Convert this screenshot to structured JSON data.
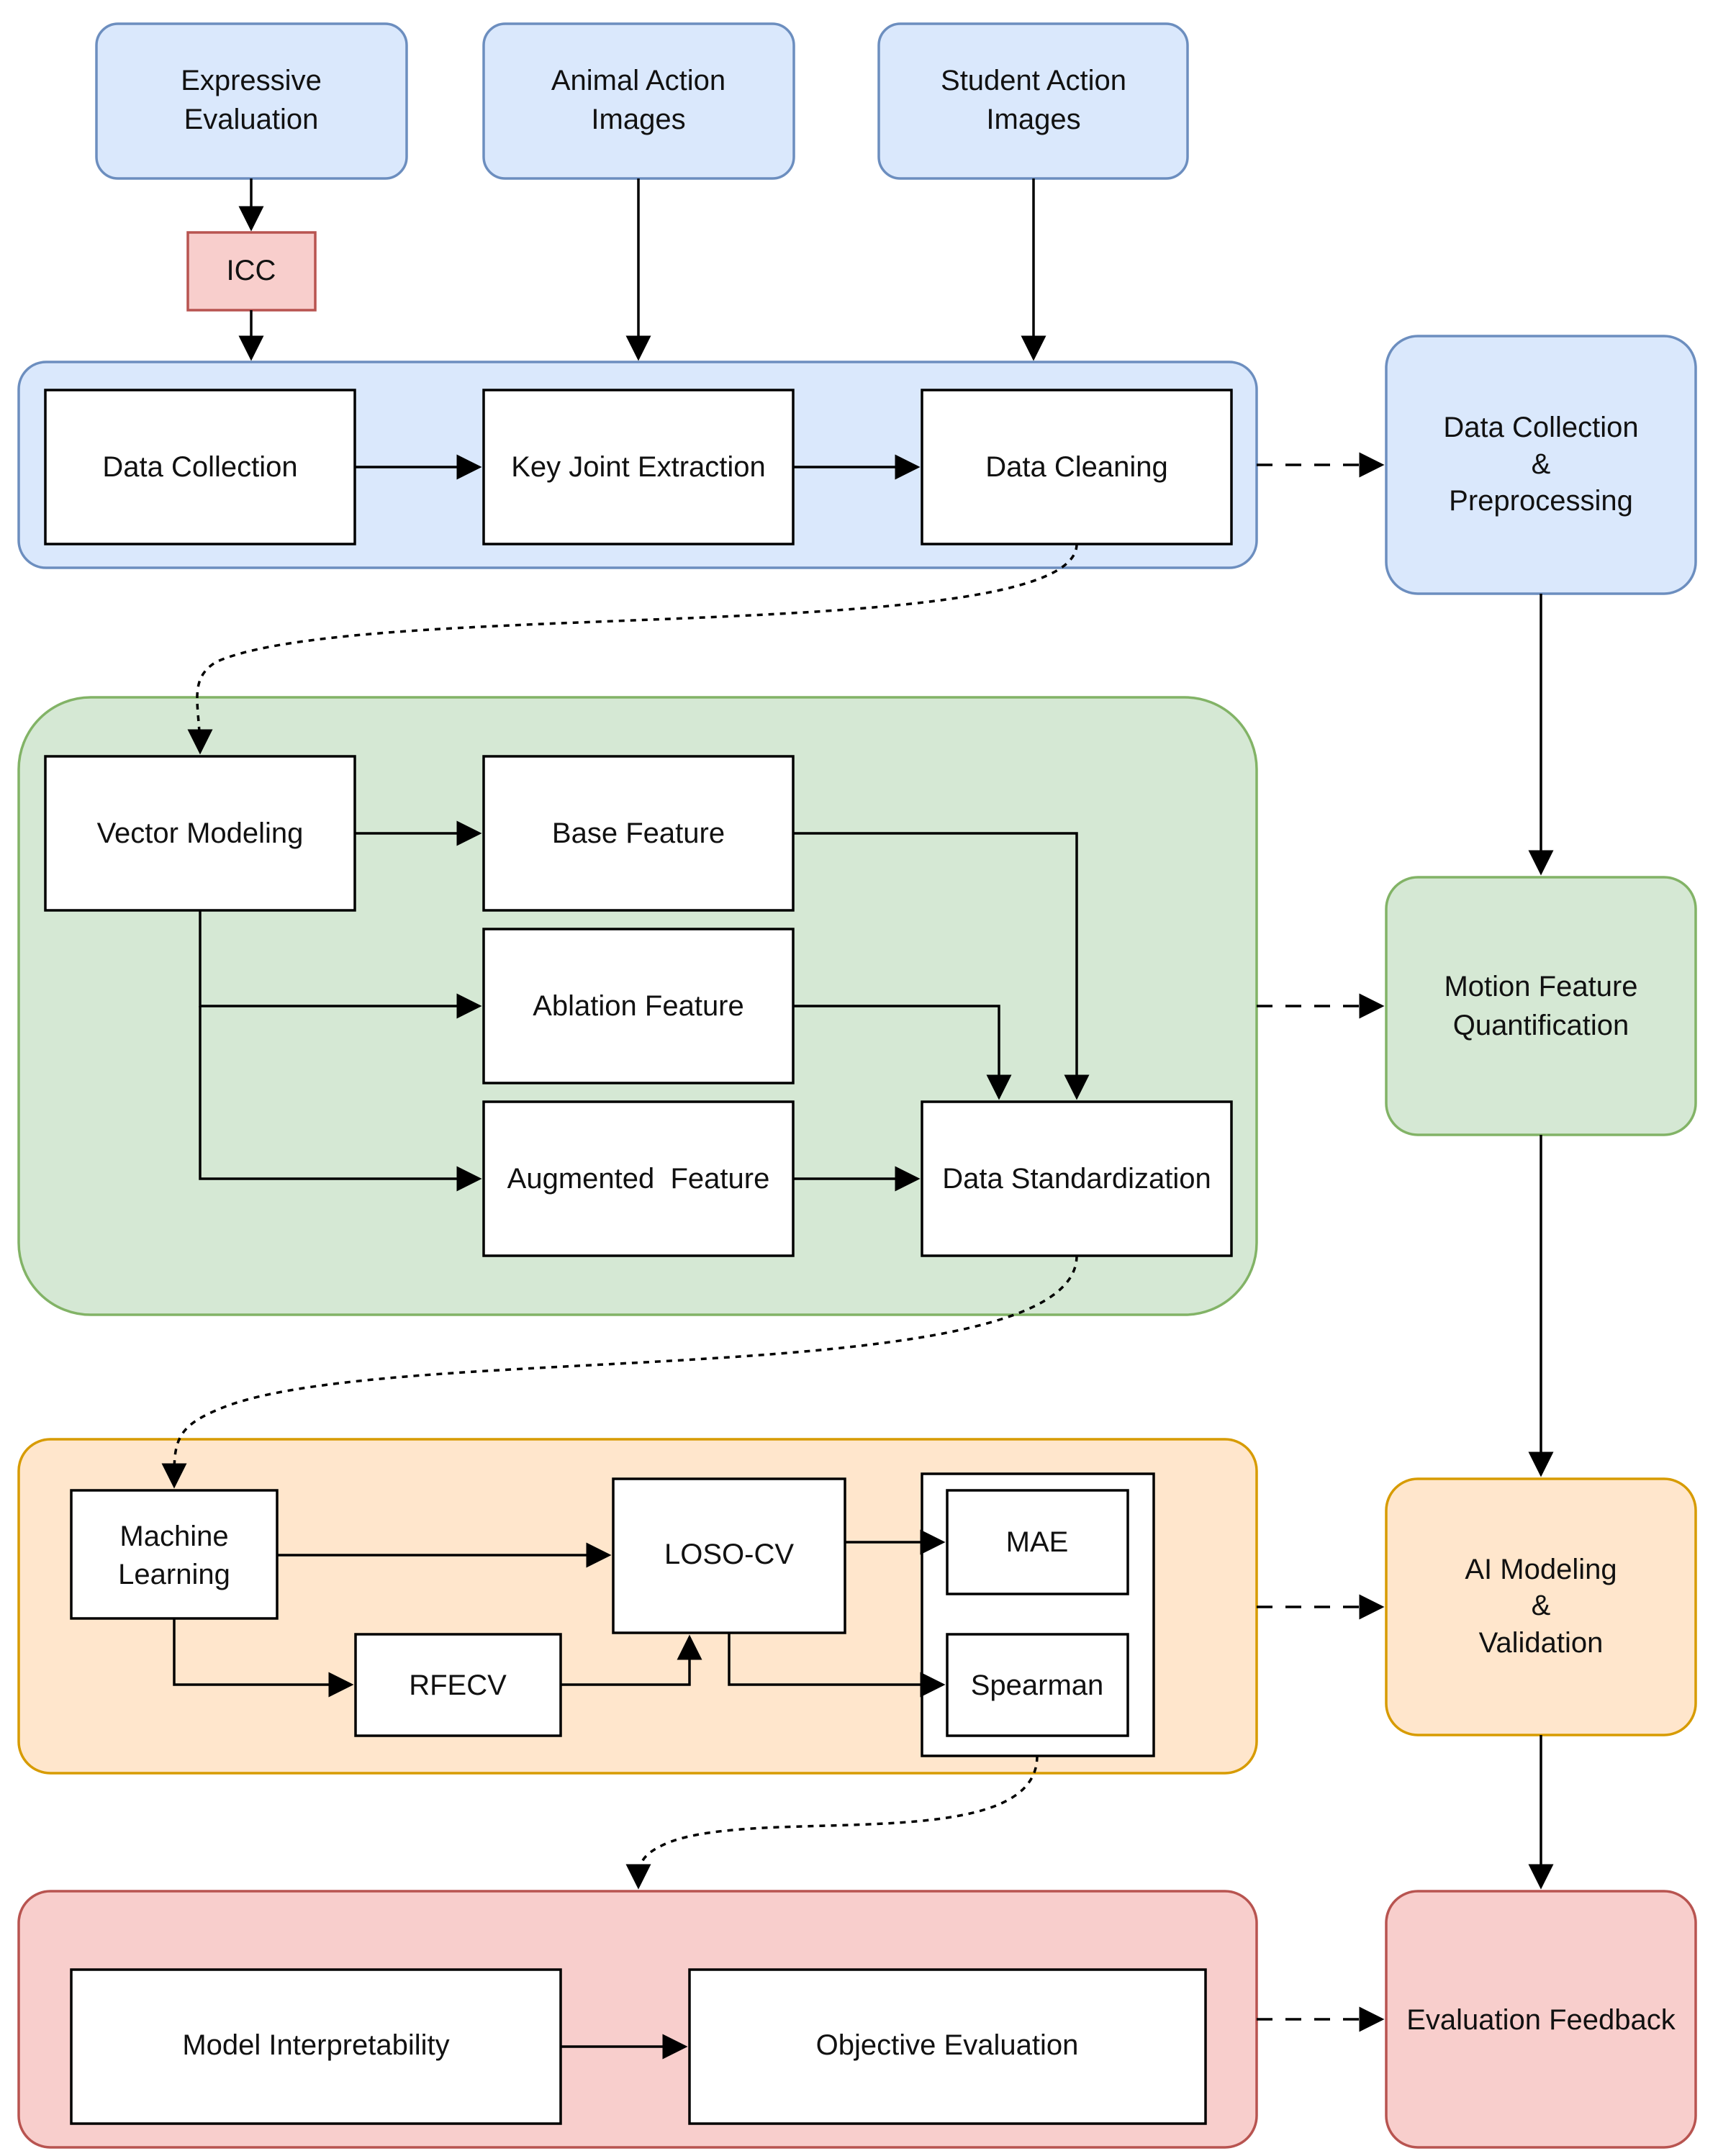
{
  "colors": {
    "blue_fill": "#dae8fc",
    "blue_stroke": "#6c8ebf",
    "green_fill": "#d5e8d4",
    "green_stroke": "#82b366",
    "orange_fill": "#ffe6cc",
    "orange_stroke": "#d79b00",
    "red_fill": "#f8cecc",
    "red_stroke": "#b85450"
  },
  "inputs": {
    "expressive": [
      "Expressive",
      "Evaluation"
    ],
    "animal": [
      "Animal Action",
      "Images"
    ],
    "student": [
      "Student Action",
      "Images"
    ],
    "icc": "ICC"
  },
  "stage1": {
    "data_collection": "Data Collection",
    "key_joint": "Key Joint Extraction",
    "data_cleaning": "Data Cleaning"
  },
  "stage2": {
    "vector_modeling": "Vector Modeling",
    "base_feature": "Base Feature",
    "ablation_feature": "Ablation Feature",
    "augmented_feature": "Augmented  Feature",
    "standardization": "Data Standardization"
  },
  "stage3": {
    "ml": [
      "Machine",
      "Learning"
    ],
    "rfecv": "RFECV",
    "loso": "LOSO-CV",
    "mae": "MAE",
    "spearman": "Spearman"
  },
  "stage4": {
    "interpretability": "Model Interpretability",
    "objective": "Objective Evaluation"
  },
  "phases": {
    "p1": [
      "Data Collection",
      "&",
      "Preprocessing"
    ],
    "p2": [
      "Motion Feature",
      "Quantification"
    ],
    "p3": [
      "AI Modeling",
      "&",
      "Validation"
    ],
    "p4": "Evaluation Feedback"
  }
}
